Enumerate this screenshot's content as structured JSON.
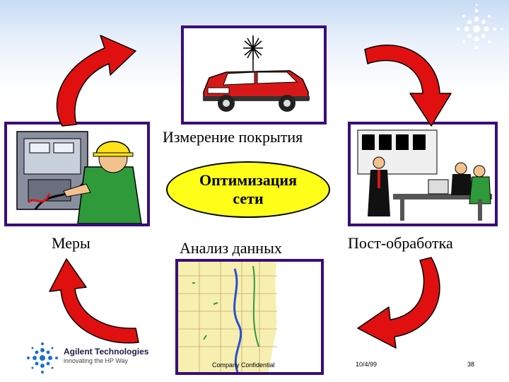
{
  "slide": {
    "labels": {
      "coverage": "Измерение покрытия",
      "measures": "Меры",
      "analysis": "Анализ данных",
      "postprocessing": "Пост-обработка"
    },
    "center": {
      "line1": "Оптимизация",
      "line2": "сети"
    },
    "footer": {
      "company": "Agilent Technologies",
      "tagline": "innovating the HP Way",
      "confidential": "Company Confidential",
      "date": "10/4/99",
      "page": "38"
    }
  },
  "colors": {
    "frame": "#3a0d78",
    "arrow": "#e01010",
    "ellipse": "#ffff1a",
    "brand": "#1b6fd8"
  },
  "icons": [
    "car-antenna-icon",
    "technician-icon",
    "office-workers-icon",
    "map-icon",
    "agilent-logo-icon",
    "sparkle-icon"
  ]
}
